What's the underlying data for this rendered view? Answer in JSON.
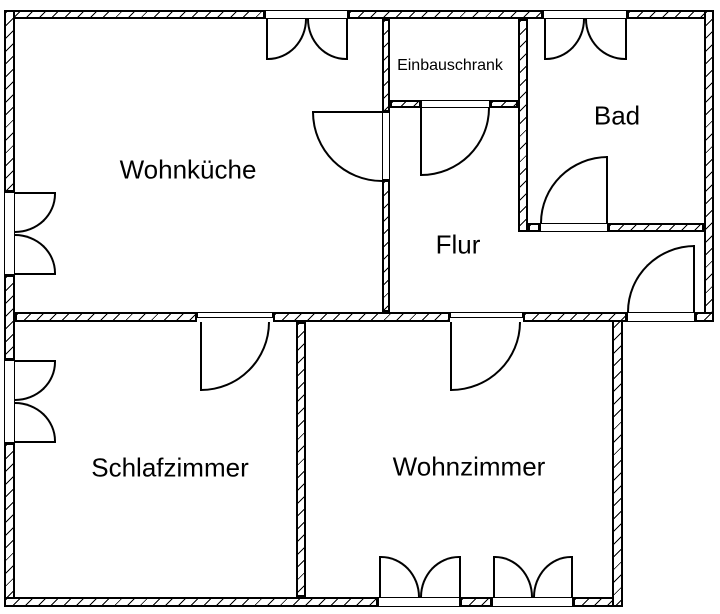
{
  "floorplan": {
    "rooms": [
      {
        "id": "wohnkueche",
        "label": "Wohnküche"
      },
      {
        "id": "einbauschrank",
        "label": "Einbauschrank"
      },
      {
        "id": "bad",
        "label": "Bad"
      },
      {
        "id": "flur",
        "label": "Flur"
      },
      {
        "id": "schlafzimmer",
        "label": "Schlafzimmer"
      },
      {
        "id": "wohnzimmer",
        "label": "Wohnzimmer"
      }
    ],
    "colors": {
      "line": "#000000",
      "background": "#ffffff"
    }
  }
}
